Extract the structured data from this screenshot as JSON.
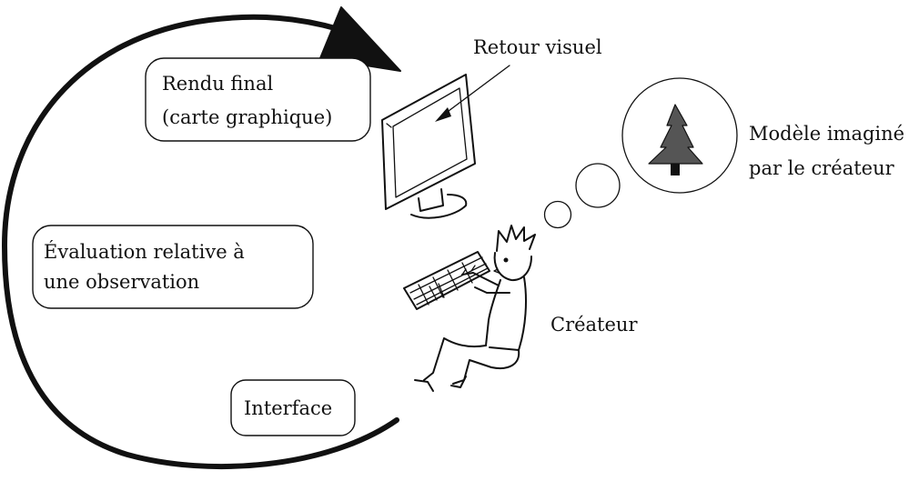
{
  "labels": {
    "rendu_line1": "Rendu final",
    "rendu_line2": "(carte graphique)",
    "evaluation_line1": "Évaluation relative à",
    "evaluation_line2": "une observation",
    "interface": "Interface",
    "retour_visuel": "Retour visuel",
    "modele_line1": "Modèle imaginé",
    "modele_line2": "par le créateur",
    "createur": "Créateur"
  },
  "colors": {
    "ink": "#111111",
    "tree": "#555555",
    "background": "#ffffff"
  },
  "icons": {
    "cycle": "cycle-arrow-icon",
    "monitor": "monitor-icon",
    "person": "person-at-keyboard-icon",
    "thought": "thought-bubble-icon",
    "tree": "tree-icon"
  }
}
